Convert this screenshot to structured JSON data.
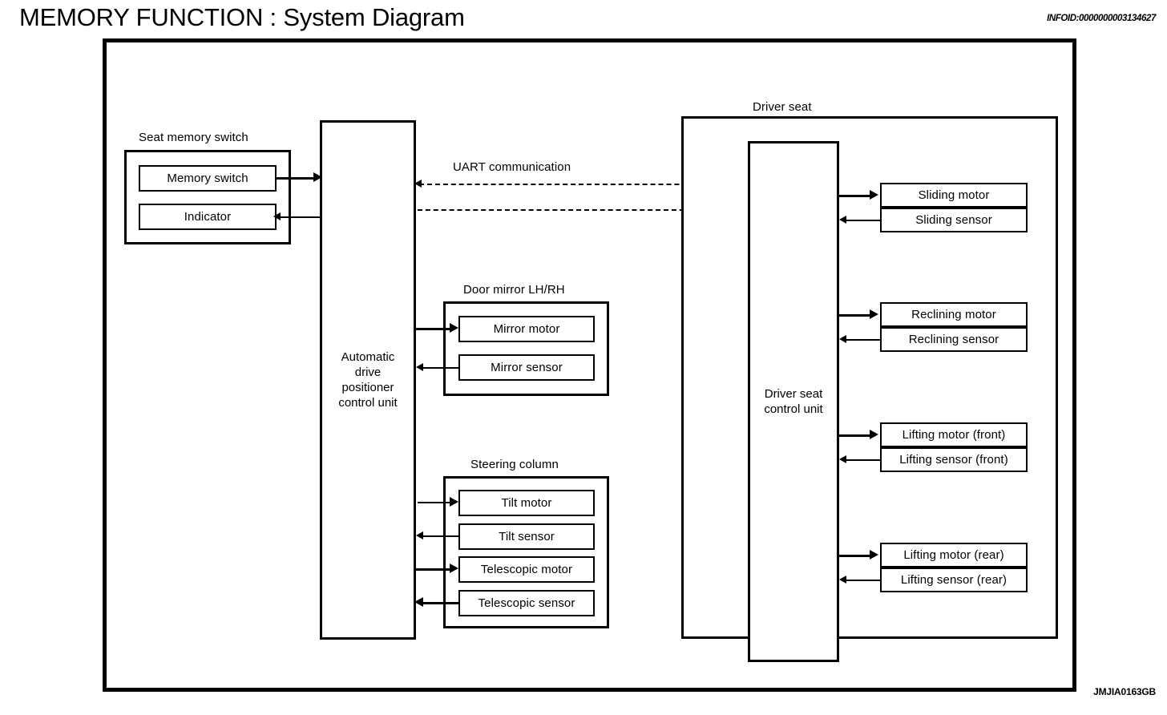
{
  "header": {
    "title": "MEMORY FUNCTION : System Diagram",
    "infoid": "INFOID:0000000003134627",
    "figure_code": "JMJIA0163GB"
  },
  "diagram": {
    "seat_memory_switch": {
      "label": "Seat memory switch",
      "items": [
        {
          "label": "Memory switch",
          "direction": "out"
        },
        {
          "label": "Indicator",
          "direction": "in"
        }
      ]
    },
    "control_unit": {
      "label": "Automatic\ndrive\npositioner\ncontrol unit"
    },
    "uart": {
      "label": "UART communication"
    },
    "door_mirror": {
      "label": "Door mirror LH/RH",
      "items": [
        {
          "label": "Mirror motor",
          "direction": "in"
        },
        {
          "label": "Mirror sensor",
          "direction": "out"
        }
      ]
    },
    "steering_column": {
      "label": "Steering column",
      "items": [
        {
          "label": "Tilt motor",
          "direction": "in"
        },
        {
          "label": "Tilt sensor",
          "direction": "out"
        },
        {
          "label": "Telescopic motor",
          "direction": "in"
        },
        {
          "label": "Telescopic sensor",
          "direction": "out"
        }
      ]
    },
    "driver_seat": {
      "label": "Driver seat",
      "control_unit": {
        "label": "Driver seat\ncontrol unit"
      },
      "groups": [
        {
          "items": [
            {
              "label": "Sliding motor",
              "direction": "in"
            },
            {
              "label": "Sliding sensor",
              "direction": "out"
            }
          ]
        },
        {
          "items": [
            {
              "label": "Reclining motor",
              "direction": "in"
            },
            {
              "label": "Reclining sensor",
              "direction": "out"
            }
          ]
        },
        {
          "items": [
            {
              "label": "Lifting motor (front)",
              "direction": "in"
            },
            {
              "label": "Lifting sensor (front)",
              "direction": "out"
            }
          ]
        },
        {
          "items": [
            {
              "label": "Lifting motor (rear)",
              "direction": "in"
            },
            {
              "label": "Lifting sensor (rear)",
              "direction": "out"
            }
          ]
        }
      ]
    }
  },
  "colors": {
    "ink": "#000000",
    "paper": "#ffffff"
  }
}
